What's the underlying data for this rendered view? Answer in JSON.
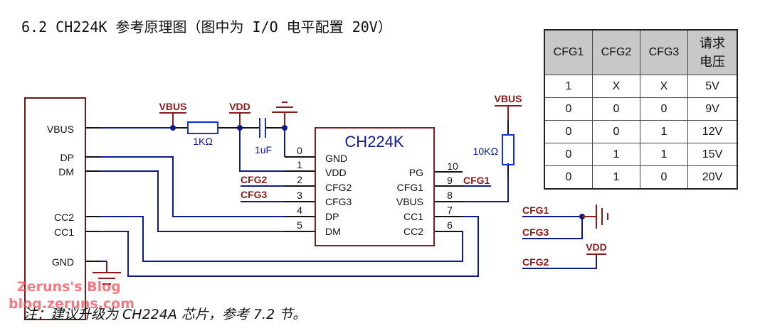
{
  "title": "6.2 CH224K 参考原理图（图中为 I/O 电平配置 20V）",
  "note": "注：建议升级为 CH224A 芯片，参考 7.2 节。",
  "watermark": {
    "line1": "Zeruns's Blog",
    "line2": "blog.zeruns.com"
  },
  "colors": {
    "wire": "#0d1a8c",
    "net_label": "#8b1a1a",
    "part": "#1030e0",
    "pin": "#111111",
    "table_header_bg": "#c8c8c8"
  },
  "usb_connector": {
    "pins": [
      "VBUS",
      "DP",
      "DM",
      "CC2",
      "CC1",
      "GND"
    ]
  },
  "chip": {
    "name": "CH224K",
    "left_pins": [
      {
        "num": "0",
        "name": "GND"
      },
      {
        "num": "1",
        "name": "VDD"
      },
      {
        "num": "2",
        "name": "CFG2"
      },
      {
        "num": "3",
        "name": "CFG3"
      },
      {
        "num": "4",
        "name": "DP"
      },
      {
        "num": "5",
        "name": "DM"
      }
    ],
    "right_pins": [
      {
        "num": "10",
        "name": "PG"
      },
      {
        "num": "9",
        "name": "CFG1"
      },
      {
        "num": "8",
        "name": "VBUS"
      },
      {
        "num": "7",
        "name": "CC1"
      },
      {
        "num": "6",
        "name": "CC2"
      }
    ]
  },
  "components": {
    "r1": "1KΩ",
    "c1": "1uF",
    "r2": "10KΩ"
  },
  "net_labels": {
    "vbus_top": "VBUS",
    "vdd_top": "VDD",
    "vbus_right": "VBUS",
    "cfg2_left": "CFG2",
    "cfg3_left": "CFG3",
    "cfg1_right": "CFG1",
    "cfg1_cfg": "CFG1",
    "cfg3_cfg": "CFG3",
    "cfg2_cfg": "CFG2",
    "vdd_cfg": "VDD"
  },
  "table": {
    "headers": [
      "CFG1",
      "CFG2",
      "CFG3",
      "请求\n电压"
    ],
    "header_voltage_line1": "请求",
    "header_voltage_line2": "电压",
    "rows": [
      [
        "1",
        "X",
        "X",
        "5V"
      ],
      [
        "0",
        "0",
        "0",
        "9V"
      ],
      [
        "0",
        "0",
        "1",
        "12V"
      ],
      [
        "0",
        "1",
        "1",
        "15V"
      ],
      [
        "0",
        "1",
        "0",
        "20V"
      ]
    ]
  }
}
